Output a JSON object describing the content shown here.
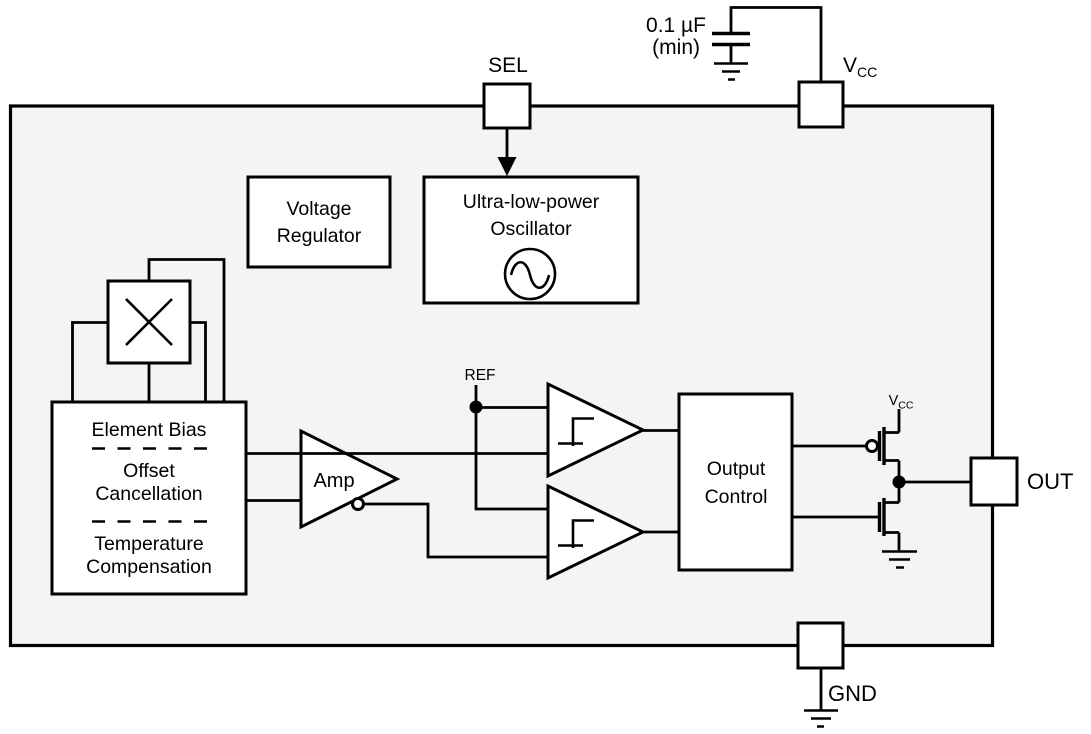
{
  "pins": {
    "sel": "SEL",
    "vcc_main": "V",
    "vcc_sub": "CC",
    "out": "OUT",
    "gnd": "GND"
  },
  "capacitor": {
    "value": "0.1 µF",
    "note": "(min)"
  },
  "blocks": {
    "voltage_regulator": {
      "line1": "Voltage",
      "line2": "Regulator"
    },
    "oscillator": {
      "line1": "Ultra-low-power",
      "line2": "Oscillator"
    },
    "signal_conditioning": {
      "line1": "Element Bias",
      "line2": "Offset",
      "line3": "Cancellation",
      "line4": "Temperature",
      "line5": "Compensation"
    },
    "amp": "Amp",
    "output_control": {
      "line1": "Output",
      "line2": "Control"
    }
  },
  "nets": {
    "ref": "REF",
    "internal_vcc_main": "V",
    "internal_vcc_sub": "CC"
  },
  "colors": {
    "line": "#000000",
    "chip_fill": "#f4f4f4",
    "block_fill": "#ffffff",
    "page_bg": "#ffffff"
  }
}
